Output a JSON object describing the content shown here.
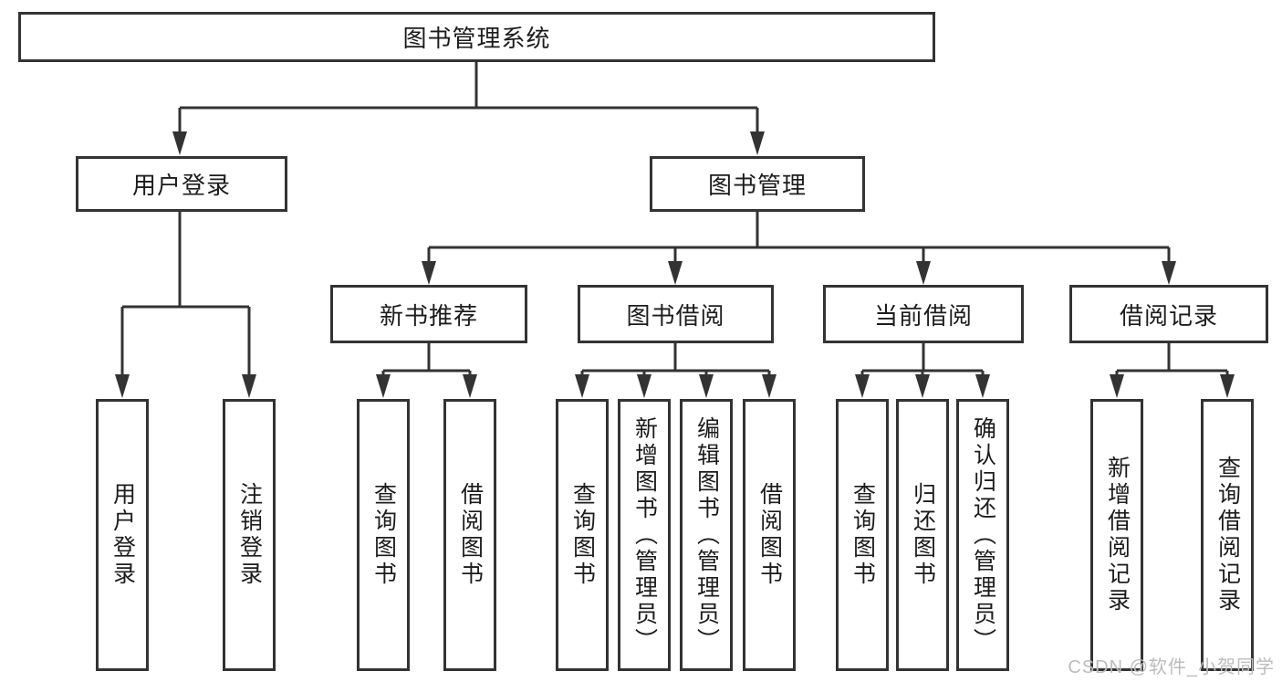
{
  "tree": {
    "root": "图书管理系统",
    "branches": [
      {
        "label": "用户登录",
        "children": [
          {
            "label": "用户登录"
          },
          {
            "label": "注销登录"
          }
        ]
      },
      {
        "label": "图书管理",
        "groups": [
          {
            "label": "新书推荐",
            "children": [
              {
                "label": "查询图书"
              },
              {
                "label": "借阅图书"
              }
            ]
          },
          {
            "label": "图书借阅",
            "children": [
              {
                "label": "查询图书"
              },
              {
                "label": "新增图书（管理员）"
              },
              {
                "label": "编辑图书（管理员）"
              },
              {
                "label": "借阅图书"
              }
            ]
          },
          {
            "label": "当前借阅",
            "children": [
              {
                "label": "查询图书"
              },
              {
                "label": "归还图书"
              },
              {
                "label": "确认归还（管理员）"
              }
            ]
          },
          {
            "label": "借阅记录",
            "children": [
              {
                "label": "新增借阅记录"
              },
              {
                "label": "查询借阅记录"
              }
            ]
          }
        ]
      }
    ]
  },
  "watermark": "CSDN @软件_小贺同学",
  "colors": {
    "line": "#333333",
    "box_border": "#333333",
    "text": "#1c1c1c",
    "background": "#ffffff",
    "watermark": "#bcbcbc"
  }
}
